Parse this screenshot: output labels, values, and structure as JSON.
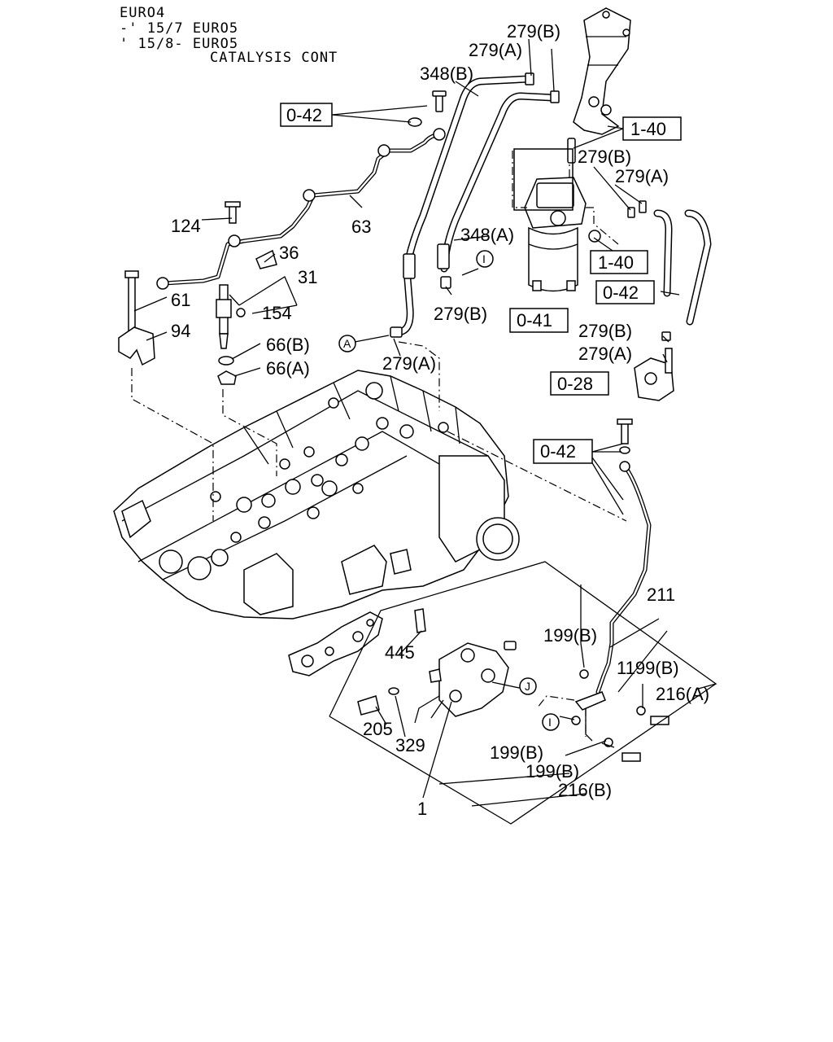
{
  "header": {
    "line1": "EURO4",
    "line2": "-' 15/7 EURO5",
    "line3": "' 15/8- EURO5",
    "line4": "CATALYSIS CONT"
  },
  "refs": {
    "r042_top": "0-42",
    "r140_top": "1-40",
    "r140_mid": "1-40",
    "r042_right": "0-42",
    "r041": "0-41",
    "r028": "0-28",
    "r042_lower": "0-42"
  },
  "labels": {
    "l279b_top": "279(B)",
    "l279a_top": "279(A)",
    "l348b": "348(B)",
    "l279b_r": "279(B)",
    "l279a_r": "279(A)",
    "l124": "124",
    "l63": "63",
    "l36": "36",
    "l348a": "348(A)",
    "l31": "31",
    "l61": "61",
    "l154": "154",
    "l279b_c": "279(B)",
    "l94": "94",
    "l279b_rl": "279(B)",
    "l66b": "66(B)",
    "l279a_rl": "279(A)",
    "l279a_c": "279(A)",
    "l66a": "66(A)",
    "l211": "211",
    "l199b_1": "199(B)",
    "l445": "445",
    "l1199b": "1199(B)",
    "l216a": "216(A)",
    "l205": "205",
    "l329": "329",
    "l199b_2": "199(B)",
    "l199b_3": "199(B)",
    "l216b": "216(B)",
    "l1": "1"
  },
  "markers": {
    "m_i_top": "I",
    "m_a": "A",
    "m_j": "J",
    "m_i_low": "I"
  }
}
